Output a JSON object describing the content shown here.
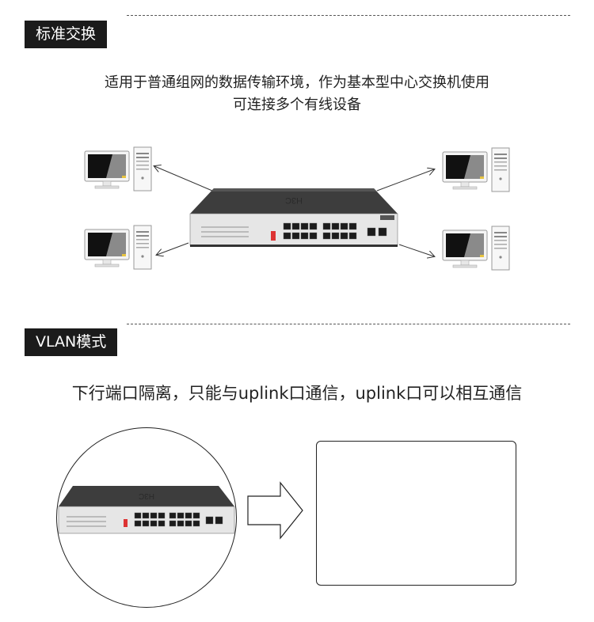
{
  "section1": {
    "tag": "标准交换",
    "desc_line1": "适用于普通组网的数据传输环境，作为基本型中心交换机使用",
    "desc_line2": "可连接多个有线设备"
  },
  "section2": {
    "tag": "VLAN模式",
    "desc": "下行端口隔离，只能与uplink口通信，uplink口可以相互通信"
  },
  "colors": {
    "tag_bg": "#1b1b1b",
    "switch_body": "#3a3a3a",
    "switch_front": "#e4e4e4",
    "port": "#222222",
    "screen": "#111111"
  },
  "icons": [
    "computer-icon",
    "switch-device",
    "arrow-icon"
  ]
}
